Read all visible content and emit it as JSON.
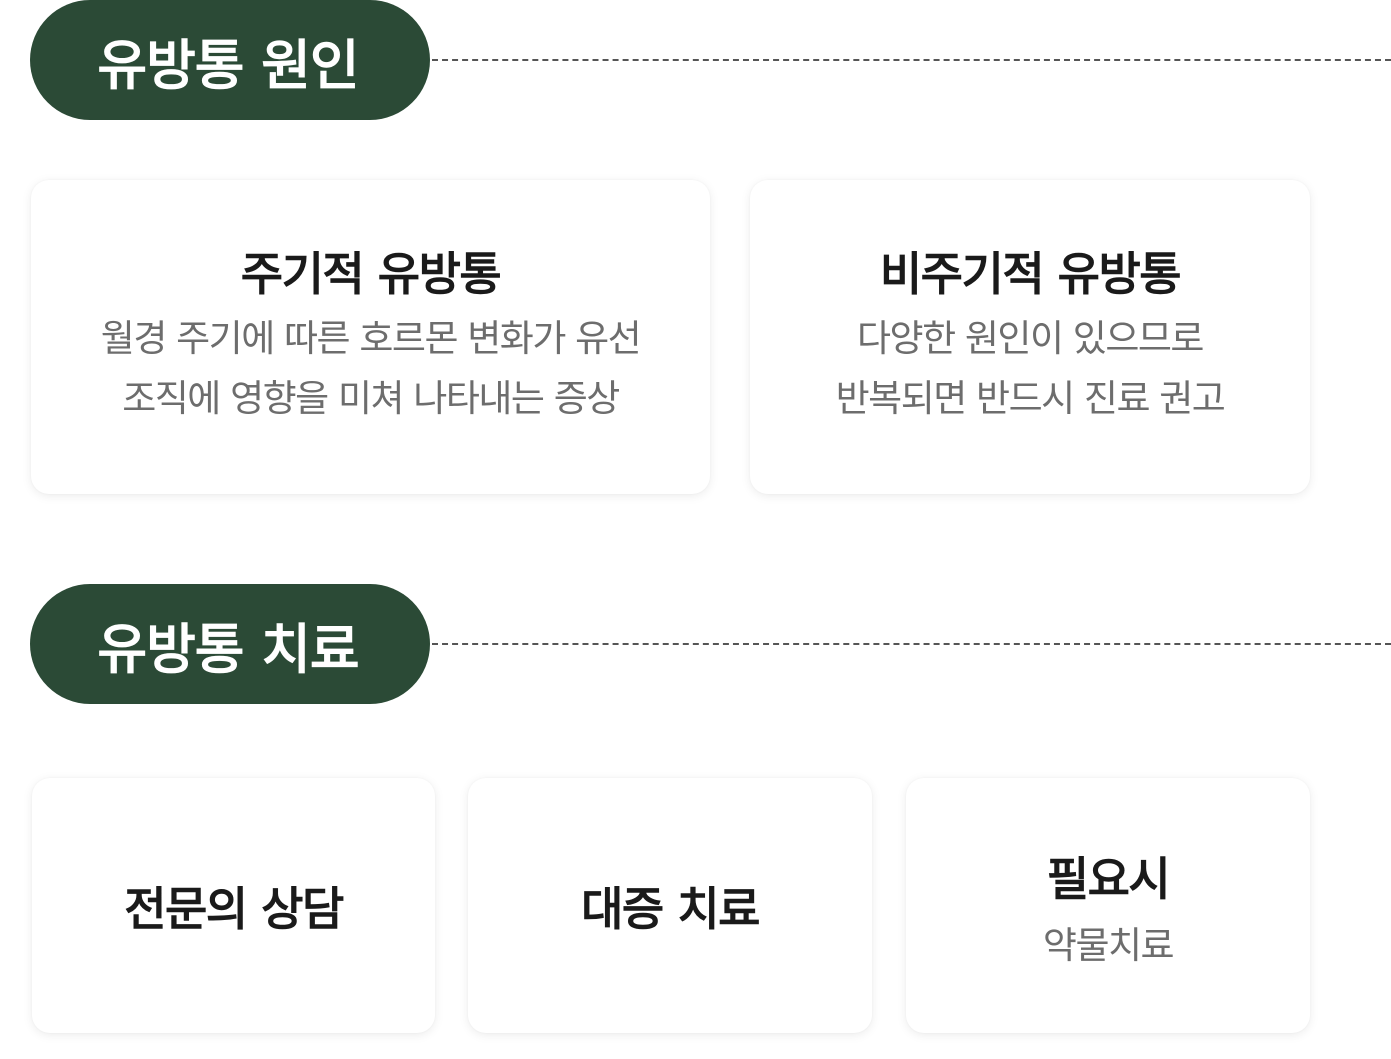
{
  "sections": [
    {
      "heading": "유방통 원인",
      "cards": [
        {
          "title": "주기적 유방통",
          "desc": "월경 주기에 따른 호르몬 변화가 유선\n조직에 영향을 미쳐 나타내는 증상"
        },
        {
          "title": "비주기적 유방통",
          "desc": "다양한 원인이 있으므로\n반복되면 반드시 진료 권고"
        }
      ]
    },
    {
      "heading": "유방통 치료",
      "cards": [
        {
          "title": "전문의 상담"
        },
        {
          "title": "대증 치료"
        },
        {
          "title": "필요시",
          "sub": "약물치료"
        }
      ]
    }
  ],
  "colors": {
    "pill_bg": "#2b4a36",
    "pill_text": "#ffffff",
    "title_text": "#1a1a1a",
    "desc_text": "#6d6d6d"
  }
}
